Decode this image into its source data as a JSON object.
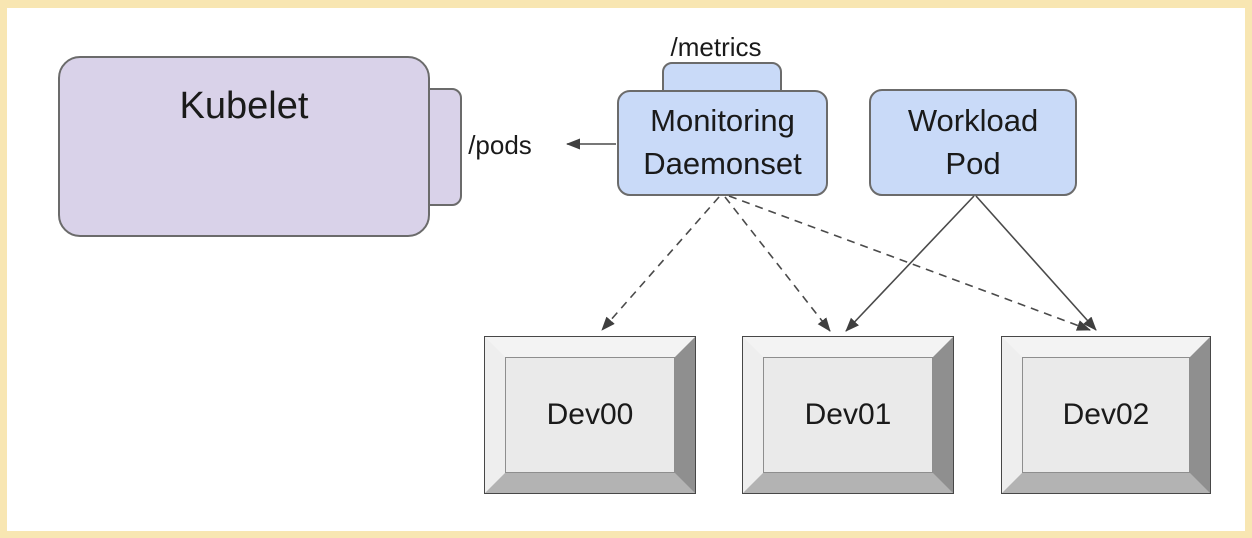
{
  "diagram": {
    "nodes": {
      "kubelet": {
        "label": "Kubelet",
        "fill": "#d9d2e9"
      },
      "pods_endpoint": {
        "label": "/pods"
      },
      "metrics_endpoint": {
        "label": "/metrics"
      },
      "monitoring": {
        "label": "Monitoring\nDaemonset",
        "fill": "#c9daf8"
      },
      "workload": {
        "label": "Workload\nPod",
        "fill": "#c9daf8"
      },
      "devices": [
        {
          "label": "Dev00"
        },
        {
          "label": "Dev01"
        },
        {
          "label": "Dev02"
        }
      ]
    },
    "edges": [
      {
        "from": "Monitoring Daemonset",
        "to": "Kubelet /pods",
        "style": "solid-arrow"
      },
      {
        "from": "Monitoring Daemonset",
        "to": "Dev00",
        "style": "dashed-arrow"
      },
      {
        "from": "Monitoring Daemonset",
        "to": "Dev01",
        "style": "dashed-arrow"
      },
      {
        "from": "Monitoring Daemonset",
        "to": "Dev02",
        "style": "dashed-arrow"
      },
      {
        "from": "Workload Pod",
        "to": "Dev01",
        "style": "solid-arrow"
      },
      {
        "from": "Workload Pod",
        "to": "Dev02",
        "style": "solid-arrow"
      }
    ],
    "colors": {
      "frame_border": "#f8e6b2",
      "background": "#ffffff",
      "kubelet_fill": "#d9d2e9",
      "pod_fill": "#c9daf8",
      "shape_border": "#6b6b6b",
      "device_face": "#eaeaea",
      "device_bevel_dark": "#8f8f8f",
      "device_bevel_mid": "#b3b3b3",
      "connector": "#4a4a4a",
      "text": "#1a1a1a"
    }
  }
}
